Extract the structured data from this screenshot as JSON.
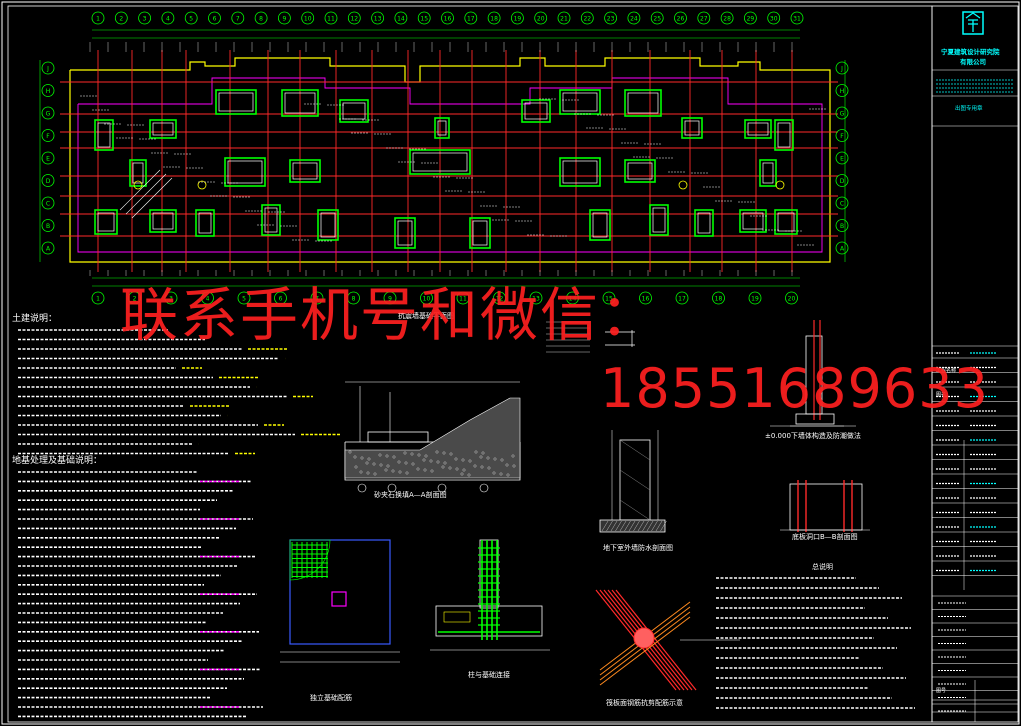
{
  "watermark": {
    "line1": "联系手机号和微信：",
    "line2": "18551689633"
  },
  "title_block": {
    "company_name": "宁夏建筑设计研究院",
    "company_name_2": "有限公司",
    "cert_label": "出图专用章",
    "project_label": "工程名称",
    "drawing_label": "图名",
    "stage_label": "图号"
  },
  "axis_top": [
    "1",
    "2",
    "3",
    "4",
    "5",
    "6",
    "7",
    "8",
    "9",
    "10",
    "11",
    "12",
    "13",
    "14",
    "15",
    "16",
    "17",
    "18",
    "19",
    "20",
    "21",
    "22",
    "23",
    "24",
    "25",
    "26",
    "27",
    "28",
    "29",
    "30",
    "31"
  ],
  "axis_bottom": [
    "1",
    "2",
    "3",
    "4",
    "5",
    "6",
    "7",
    "8",
    "9",
    "10",
    "11",
    "12",
    "13",
    "14",
    "15",
    "16",
    "17",
    "18",
    "19",
    "20"
  ],
  "axis_left": [
    "A",
    "B",
    "C",
    "D",
    "E",
    "F",
    "G",
    "H",
    "J"
  ],
  "axis_right": [
    "A",
    "B",
    "C",
    "D",
    "E",
    "F",
    "G",
    "H",
    "J"
  ],
  "sections": {
    "notes_title": "土建说明：",
    "notes_title_2": "地基处理及基础说明：",
    "detail_1": "抗震墙基础平面图",
    "detail_2": "砂夹石换填A—A剖面图",
    "detail_3": "地下室外墙防水剖面图",
    "detail_4": "±0.000下墙体构造及防潮做法",
    "detail_5": "底板洞口B—B剖面图",
    "detail_6": "独立基础配筋",
    "detail_7": "柱与基础连接",
    "detail_8": "筏板面钢筋抗剪配筋示意",
    "general_title": "总说明"
  },
  "colors": {
    "background": "#000000",
    "red": "#ff2a2a",
    "yellow": "#ffff00",
    "green": "#00ff00",
    "white": "#ffffff",
    "cyan": "#00ffff",
    "magenta": "#ff00ff",
    "blue": "#3a5bff",
    "orange": "#ff8a1f",
    "watermark": "#ff2020"
  }
}
